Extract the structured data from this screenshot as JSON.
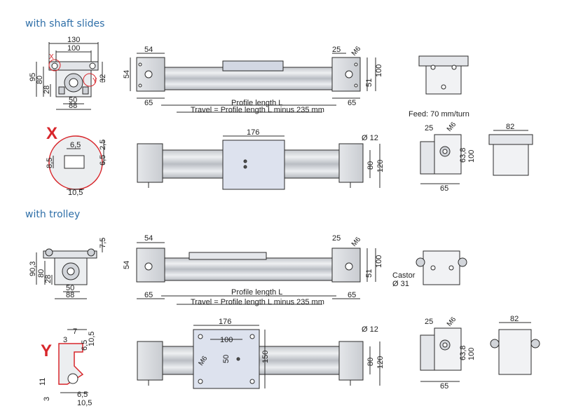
{
  "sections": {
    "shaft": "with shaft slides",
    "trolley": "with trolley"
  },
  "labels": {
    "x_mark": "X",
    "y_mark": "Y",
    "x_small": "X",
    "y_small": "Y",
    "profile_length": "Profile length L",
    "travel": "Travel = Profile length L minus 235 mm",
    "feed": "Feed: 70 mm/turn",
    "castor": "Castor",
    "castor_dia": "Ø 31",
    "m6": "M6"
  },
  "dims": {
    "d130": "130",
    "d100": "100",
    "d95": "95",
    "d80": "80",
    "d32": "32",
    "d28": "28",
    "d50": "50",
    "d88": "88",
    "d54": "54",
    "d25": "25",
    "d65": "65",
    "d51": "51",
    "d176": "176",
    "d12": "Ø 12",
    "d120": "120",
    "d6_5": "6,5",
    "d2_5": "2,5",
    "d8_5": "8,5",
    "d10_5": "10,5",
    "d7_5": "7,5",
    "d90_3": "90,3",
    "d150": "150",
    "d63_8": "63,8",
    "d82": "82",
    "d7": "7",
    "d3": "3",
    "d11": "11"
  },
  "colors": {
    "line": "#2b2b2b",
    "metal": "#d9dbdf",
    "metal_dark": "#a9adb3",
    "carriage": "#dde2ee",
    "accent": "#d8262b",
    "heading": "#2f6fa8"
  }
}
